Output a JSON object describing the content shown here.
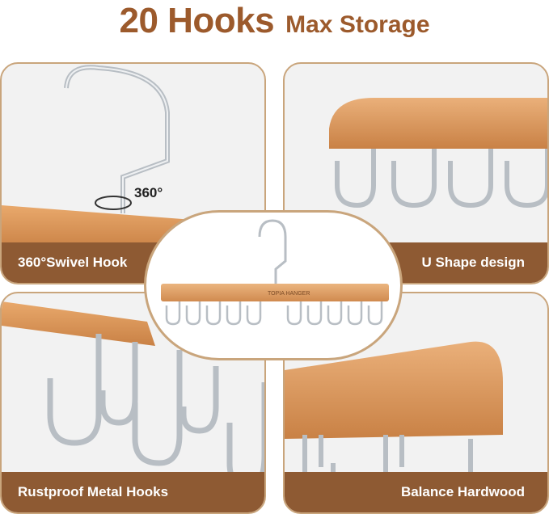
{
  "header": {
    "title_big": "20 Hooks",
    "title_small": "Max Storage"
  },
  "panels": {
    "top_left": {
      "label": "360°Swivel Hook",
      "badge": "360°"
    },
    "top_right": {
      "label": "U Shape design"
    },
    "bottom_left": {
      "label": "Rustproof Metal Hooks"
    },
    "bottom_right": {
      "label": "Balance Hardwood"
    }
  },
  "product": {
    "brand": "TOPIA HANGER"
  },
  "colors": {
    "accent": "#8e5a33",
    "title": "#9c5a2c",
    "border": "#c9a57c",
    "wood": "#d9935a"
  }
}
